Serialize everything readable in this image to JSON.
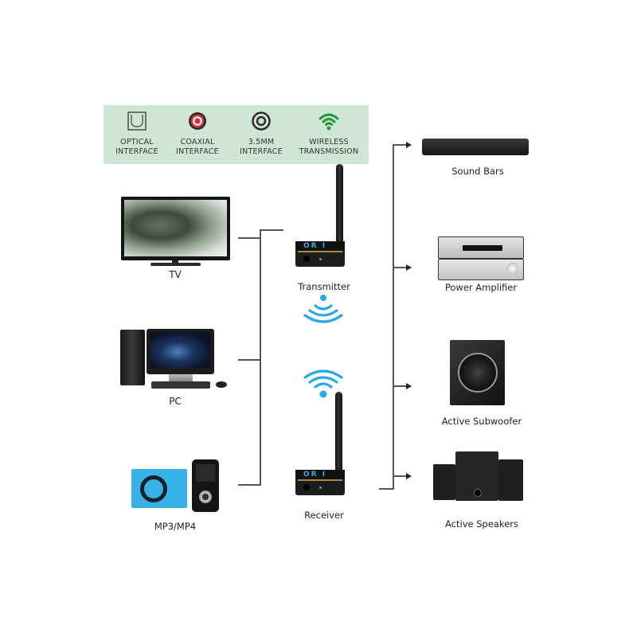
{
  "interfaces": [
    {
      "icon": "optical-port-icon",
      "line1": "OPTICAL",
      "line2": "INTERFACE"
    },
    {
      "icon": "coaxial-port-icon",
      "line1": "COAXIAL",
      "line2": "INTERFACE"
    },
    {
      "icon": "audio-jack-icon",
      "line1": "3.5MM",
      "line2": "INTERFACE"
    },
    {
      "icon": "wifi-icon",
      "line1": "WIRELESS",
      "line2": "TRANSMISSION"
    }
  ],
  "sources": [
    {
      "name": "tv",
      "label": "TV"
    },
    {
      "name": "pc",
      "label": "PC"
    },
    {
      "name": "mp3",
      "label": "MP3/MP4"
    }
  ],
  "devices": {
    "transmitter": {
      "label": "Transmitter",
      "brand": "OR I"
    },
    "receiver": {
      "label": "Receiver",
      "brand": "OR I"
    }
  },
  "outputs": [
    {
      "name": "sound-bars",
      "label": "Sound Bars"
    },
    {
      "name": "power-amplifier",
      "label": "Power Amplifier"
    },
    {
      "name": "active-subwoofer",
      "label": "Active Subwoofer"
    },
    {
      "name": "active-speakers",
      "label": "Active Speakers"
    }
  ],
  "colors": {
    "banner_bg": "#cfe6d6",
    "wifi_green": "#1f9a3a",
    "wifi_blue": "#2aa7e4",
    "coax_red": "#c8333c",
    "line": "#555555"
  }
}
